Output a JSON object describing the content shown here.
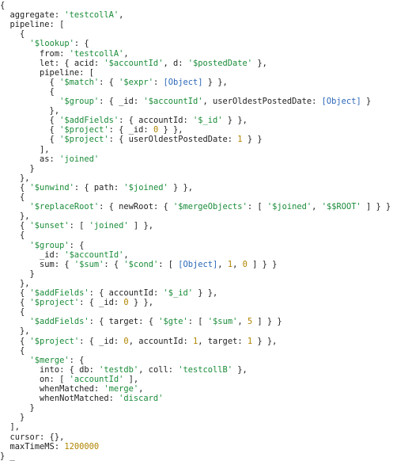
{
  "lines": [
    {
      "segments": [
        {
          "t": "p",
          "v": "{"
        }
      ]
    },
    {
      "segments": [
        {
          "t": "p",
          "v": "  aggregate: "
        },
        {
          "t": "s",
          "v": "'testcollA'"
        },
        {
          "t": "p",
          "v": ","
        }
      ]
    },
    {
      "segments": [
        {
          "t": "p",
          "v": "  pipeline: ["
        }
      ]
    },
    {
      "segments": [
        {
          "t": "p",
          "v": "    {"
        }
      ]
    },
    {
      "segments": [
        {
          "t": "p",
          "v": "      "
        },
        {
          "t": "s",
          "v": "'$lookup'"
        },
        {
          "t": "p",
          "v": ": {"
        }
      ]
    },
    {
      "segments": [
        {
          "t": "p",
          "v": "        from: "
        },
        {
          "t": "s",
          "v": "'testcollA'"
        },
        {
          "t": "p",
          "v": ","
        }
      ]
    },
    {
      "segments": [
        {
          "t": "p",
          "v": "        let: { acid: "
        },
        {
          "t": "s",
          "v": "'$accountId'"
        },
        {
          "t": "p",
          "v": ", d: "
        },
        {
          "t": "s",
          "v": "'$postedDate'"
        },
        {
          "t": "p",
          "v": " },"
        }
      ]
    },
    {
      "segments": [
        {
          "t": "p",
          "v": "        pipeline: ["
        }
      ]
    },
    {
      "segments": [
        {
          "t": "p",
          "v": "          { "
        },
        {
          "t": "s",
          "v": "'$match'"
        },
        {
          "t": "p",
          "v": ": { "
        },
        {
          "t": "s",
          "v": "'$expr'"
        },
        {
          "t": "p",
          "v": ": "
        },
        {
          "t": "o",
          "v": "[Object]"
        },
        {
          "t": "p",
          "v": " } },"
        }
      ]
    },
    {
      "segments": [
        {
          "t": "p",
          "v": "          {"
        }
      ]
    },
    {
      "segments": [
        {
          "t": "p",
          "v": "            "
        },
        {
          "t": "s",
          "v": "'$group'"
        },
        {
          "t": "p",
          "v": ": { _id: "
        },
        {
          "t": "s",
          "v": "'$accountId'"
        },
        {
          "t": "p",
          "v": ", userOldestPostedDate: "
        },
        {
          "t": "o",
          "v": "[Object]"
        },
        {
          "t": "p",
          "v": " }"
        }
      ]
    },
    {
      "segments": [
        {
          "t": "p",
          "v": "          },"
        }
      ]
    },
    {
      "segments": [
        {
          "t": "p",
          "v": "          { "
        },
        {
          "t": "s",
          "v": "'$addFields'"
        },
        {
          "t": "p",
          "v": ": { accountId: "
        },
        {
          "t": "s",
          "v": "'$_id'"
        },
        {
          "t": "p",
          "v": " } },"
        }
      ]
    },
    {
      "segments": [
        {
          "t": "p",
          "v": "          { "
        },
        {
          "t": "s",
          "v": "'$project'"
        },
        {
          "t": "p",
          "v": ": { _id: "
        },
        {
          "t": "n",
          "v": "0"
        },
        {
          "t": "p",
          "v": " } },"
        }
      ]
    },
    {
      "segments": [
        {
          "t": "p",
          "v": "          { "
        },
        {
          "t": "s",
          "v": "'$project'"
        },
        {
          "t": "p",
          "v": ": { userOldestPostedDate: "
        },
        {
          "t": "n",
          "v": "1"
        },
        {
          "t": "p",
          "v": " } }"
        }
      ]
    },
    {
      "segments": [
        {
          "t": "p",
          "v": "        ],"
        }
      ]
    },
    {
      "segments": [
        {
          "t": "p",
          "v": "        as: "
        },
        {
          "t": "s",
          "v": "'joined'"
        }
      ]
    },
    {
      "segments": [
        {
          "t": "p",
          "v": "      }"
        }
      ]
    },
    {
      "segments": [
        {
          "t": "p",
          "v": "    },"
        }
      ]
    },
    {
      "segments": [
        {
          "t": "p",
          "v": "    { "
        },
        {
          "t": "s",
          "v": "'$unwind'"
        },
        {
          "t": "p",
          "v": ": { path: "
        },
        {
          "t": "s",
          "v": "'$joined'"
        },
        {
          "t": "p",
          "v": " } },"
        }
      ]
    },
    {
      "segments": [
        {
          "t": "p",
          "v": "    {"
        }
      ]
    },
    {
      "segments": [
        {
          "t": "p",
          "v": "      "
        },
        {
          "t": "s",
          "v": "'$replaceRoot'"
        },
        {
          "t": "p",
          "v": ": { newRoot: { "
        },
        {
          "t": "s",
          "v": "'$mergeObjects'"
        },
        {
          "t": "p",
          "v": ": [ "
        },
        {
          "t": "s",
          "v": "'$joined'"
        },
        {
          "t": "p",
          "v": ", "
        },
        {
          "t": "s",
          "v": "'$$ROOT'"
        },
        {
          "t": "p",
          "v": " ] } }"
        }
      ]
    },
    {
      "segments": [
        {
          "t": "p",
          "v": "    },"
        }
      ]
    },
    {
      "segments": [
        {
          "t": "p",
          "v": "    { "
        },
        {
          "t": "s",
          "v": "'$unset'"
        },
        {
          "t": "p",
          "v": ": [ "
        },
        {
          "t": "s",
          "v": "'joined'"
        },
        {
          "t": "p",
          "v": " ] },"
        }
      ]
    },
    {
      "segments": [
        {
          "t": "p",
          "v": "    {"
        }
      ]
    },
    {
      "segments": [
        {
          "t": "p",
          "v": "      "
        },
        {
          "t": "s",
          "v": "'$group'"
        },
        {
          "t": "p",
          "v": ": {"
        }
      ]
    },
    {
      "segments": [
        {
          "t": "p",
          "v": "        _id: "
        },
        {
          "t": "s",
          "v": "'$accountId'"
        },
        {
          "t": "p",
          "v": ","
        }
      ]
    },
    {
      "segments": [
        {
          "t": "p",
          "v": "        sum: { "
        },
        {
          "t": "s",
          "v": "'$sum'"
        },
        {
          "t": "p",
          "v": ": { "
        },
        {
          "t": "s",
          "v": "'$cond'"
        },
        {
          "t": "p",
          "v": ": [ "
        },
        {
          "t": "o",
          "v": "[Object]"
        },
        {
          "t": "p",
          "v": ", "
        },
        {
          "t": "n",
          "v": "1"
        },
        {
          "t": "p",
          "v": ", "
        },
        {
          "t": "n",
          "v": "0"
        },
        {
          "t": "p",
          "v": " ] } }"
        }
      ]
    },
    {
      "segments": [
        {
          "t": "p",
          "v": "      }"
        }
      ]
    },
    {
      "segments": [
        {
          "t": "p",
          "v": "    },"
        }
      ]
    },
    {
      "segments": [
        {
          "t": "p",
          "v": "    { "
        },
        {
          "t": "s",
          "v": "'$addFields'"
        },
        {
          "t": "p",
          "v": ": { accountId: "
        },
        {
          "t": "s",
          "v": "'$_id'"
        },
        {
          "t": "p",
          "v": " } },"
        }
      ]
    },
    {
      "segments": [
        {
          "t": "p",
          "v": "    { "
        },
        {
          "t": "s",
          "v": "'$project'"
        },
        {
          "t": "p",
          "v": ": { _id: "
        },
        {
          "t": "n",
          "v": "0"
        },
        {
          "t": "p",
          "v": " } },"
        }
      ]
    },
    {
      "segments": [
        {
          "t": "p",
          "v": "    {"
        }
      ]
    },
    {
      "segments": [
        {
          "t": "p",
          "v": "      "
        },
        {
          "t": "s",
          "v": "'$addFields'"
        },
        {
          "t": "p",
          "v": ": { target: { "
        },
        {
          "t": "s",
          "v": "'$gte'"
        },
        {
          "t": "p",
          "v": ": [ "
        },
        {
          "t": "s",
          "v": "'$sum'"
        },
        {
          "t": "p",
          "v": ", "
        },
        {
          "t": "n",
          "v": "5"
        },
        {
          "t": "p",
          "v": " ] } }"
        }
      ]
    },
    {
      "segments": [
        {
          "t": "p",
          "v": "    },"
        }
      ]
    },
    {
      "segments": [
        {
          "t": "p",
          "v": "    { "
        },
        {
          "t": "s",
          "v": "'$project'"
        },
        {
          "t": "p",
          "v": ": { _id: "
        },
        {
          "t": "n",
          "v": "0"
        },
        {
          "t": "p",
          "v": ", accountId: "
        },
        {
          "t": "n",
          "v": "1"
        },
        {
          "t": "p",
          "v": ", target: "
        },
        {
          "t": "n",
          "v": "1"
        },
        {
          "t": "p",
          "v": " } },"
        }
      ]
    },
    {
      "segments": [
        {
          "t": "p",
          "v": "    {"
        }
      ]
    },
    {
      "segments": [
        {
          "t": "p",
          "v": "      "
        },
        {
          "t": "s",
          "v": "'$merge'"
        },
        {
          "t": "p",
          "v": ": {"
        }
      ]
    },
    {
      "segments": [
        {
          "t": "p",
          "v": "        into: { db: "
        },
        {
          "t": "s",
          "v": "'testdb'"
        },
        {
          "t": "p",
          "v": ", coll: "
        },
        {
          "t": "s",
          "v": "'testcollB'"
        },
        {
          "t": "p",
          "v": " },"
        }
      ]
    },
    {
      "segments": [
        {
          "t": "p",
          "v": "        on: [ "
        },
        {
          "t": "s",
          "v": "'accountId'"
        },
        {
          "t": "p",
          "v": " ],"
        }
      ]
    },
    {
      "segments": [
        {
          "t": "p",
          "v": "        whenMatched: "
        },
        {
          "t": "s",
          "v": "'merge'"
        },
        {
          "t": "p",
          "v": ","
        }
      ]
    },
    {
      "segments": [
        {
          "t": "p",
          "v": "        whenNotMatched: "
        },
        {
          "t": "s",
          "v": "'discard'"
        }
      ]
    },
    {
      "segments": [
        {
          "t": "p",
          "v": "      }"
        }
      ]
    },
    {
      "segments": [
        {
          "t": "p",
          "v": "    }"
        }
      ]
    },
    {
      "segments": [
        {
          "t": "p",
          "v": "  ],"
        }
      ]
    },
    {
      "segments": [
        {
          "t": "p",
          "v": "  cursor: {},"
        }
      ]
    },
    {
      "segments": [
        {
          "t": "p",
          "v": "  maxTimeMS: "
        },
        {
          "t": "n",
          "v": "1200000"
        }
      ]
    },
    {
      "segments": [
        {
          "t": "p",
          "v": "} "
        },
        {
          "t": "c",
          "v": "_"
        }
      ]
    }
  ],
  "colors": {
    "text": "#1f1f1f",
    "string": "#1a8c39",
    "number": "#b08500",
    "object": "#2b67b8",
    "background": "#ffffff"
  }
}
